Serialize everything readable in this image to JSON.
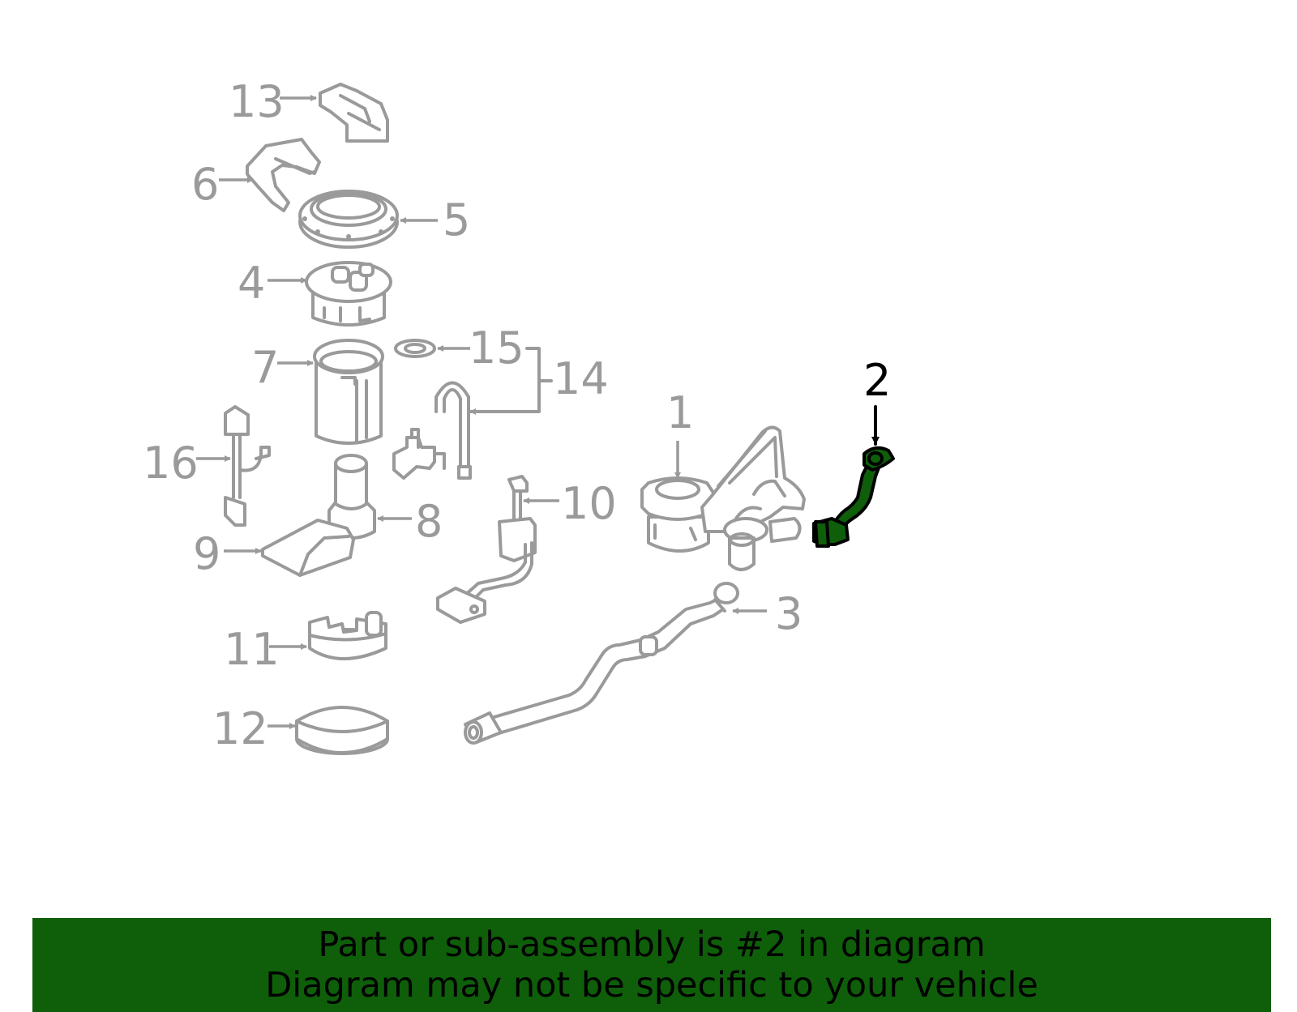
{
  "callouts": {
    "c1": "1",
    "c2": "2",
    "c3": "3",
    "c4": "4",
    "c5": "5",
    "c6": "6",
    "c7": "7",
    "c8": "8",
    "c9": "9",
    "c10": "10",
    "c11": "11",
    "c12": "12",
    "c13": "13",
    "c14": "14",
    "c15": "15",
    "c16": "16"
  },
  "highlight": {
    "part_number": "2",
    "color": "#0f5e0a",
    "callout_color": "#000000"
  },
  "colors": {
    "part_outline": "#9a9a9a",
    "banner_background": "#0f5e0a"
  },
  "banner": {
    "line1": "Part or sub-assembly is #2 in diagram",
    "line2": "Diagram may not be specific to your vehicle"
  }
}
